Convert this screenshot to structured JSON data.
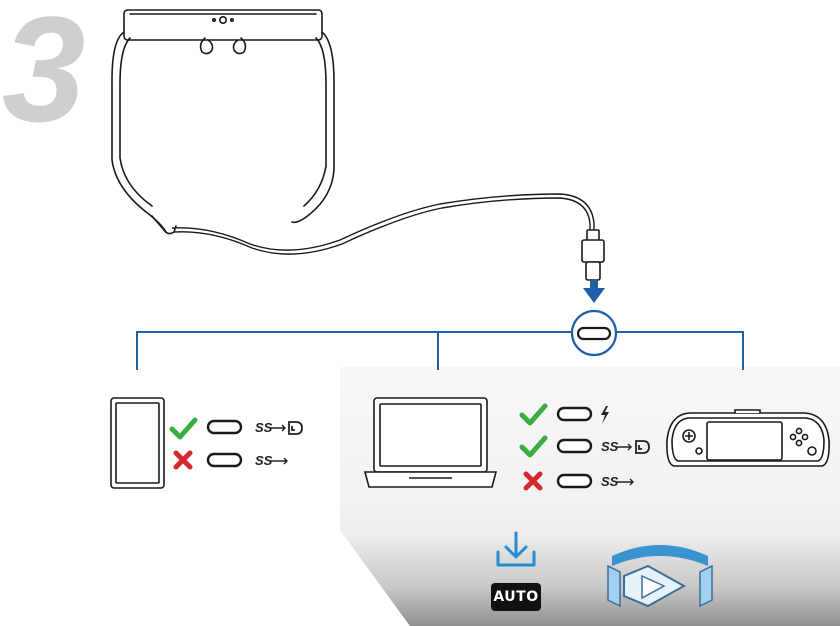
{
  "step_number": "3",
  "ports": {
    "phone": [
      {
        "status": "supported",
        "status_icon": "check-icon",
        "features": "SS",
        "display_icon": "displayport-icon"
      },
      {
        "status": "unsupported",
        "status_icon": "cross-icon",
        "features": "SS",
        "display_icon": ""
      }
    ],
    "laptop": [
      {
        "status": "supported",
        "status_icon": "check-icon",
        "features": "",
        "display_icon": "lightning-icon"
      },
      {
        "status": "supported",
        "status_icon": "check-icon",
        "features": "SS",
        "display_icon": "displayport-icon"
      },
      {
        "status": "unsupported",
        "status_icon": "cross-icon",
        "features": "SS",
        "display_icon": ""
      }
    ]
  },
  "app": {
    "auto_badge": "AUTO",
    "download_icon": "download-icon",
    "logo_icon": "play-logo-icon"
  },
  "colors": {
    "supported": "#3aae3f",
    "unsupported": "#d6282f",
    "accent": "#1f5fa8",
    "outline": "#1a1a1a"
  }
}
